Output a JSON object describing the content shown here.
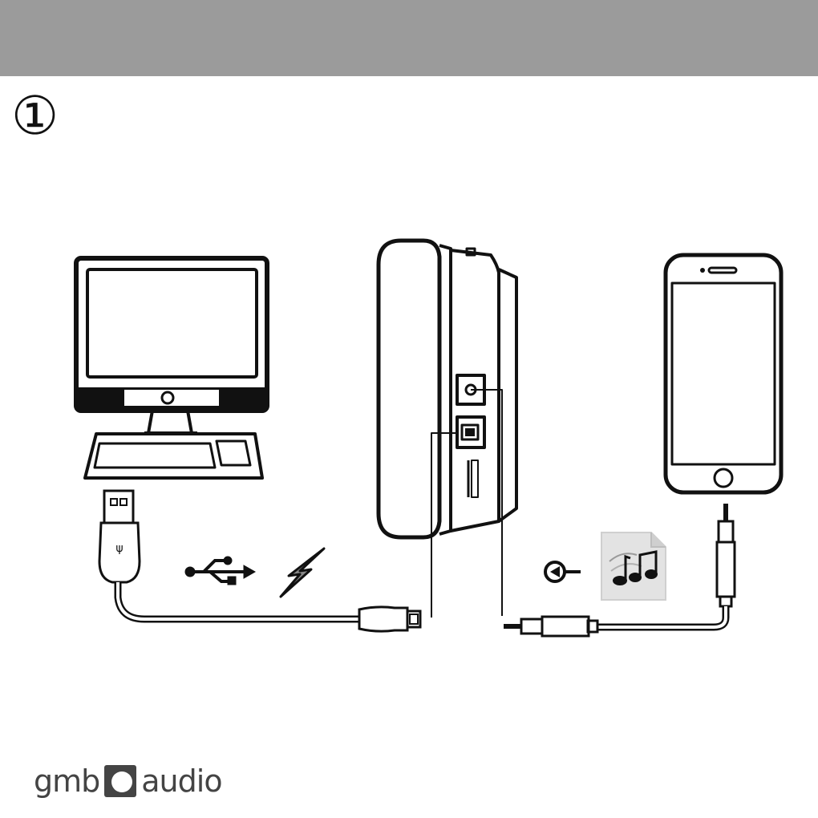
{
  "header": {
    "bar_color": "#9b9b9b"
  },
  "step": {
    "number_glyph": "①"
  },
  "icons": {
    "computer": "desktop-computer-icon",
    "headphone": "headphone-side-view-icon",
    "phone": "smartphone-icon",
    "usb": "usb-symbol-icon",
    "charge": "lightning-charge-icon",
    "audio_in": "audio-input-icon",
    "music": "music-file-icon"
  },
  "logo": {
    "text_left": "gmb",
    "text_right": "audio",
    "color": "#444444"
  }
}
